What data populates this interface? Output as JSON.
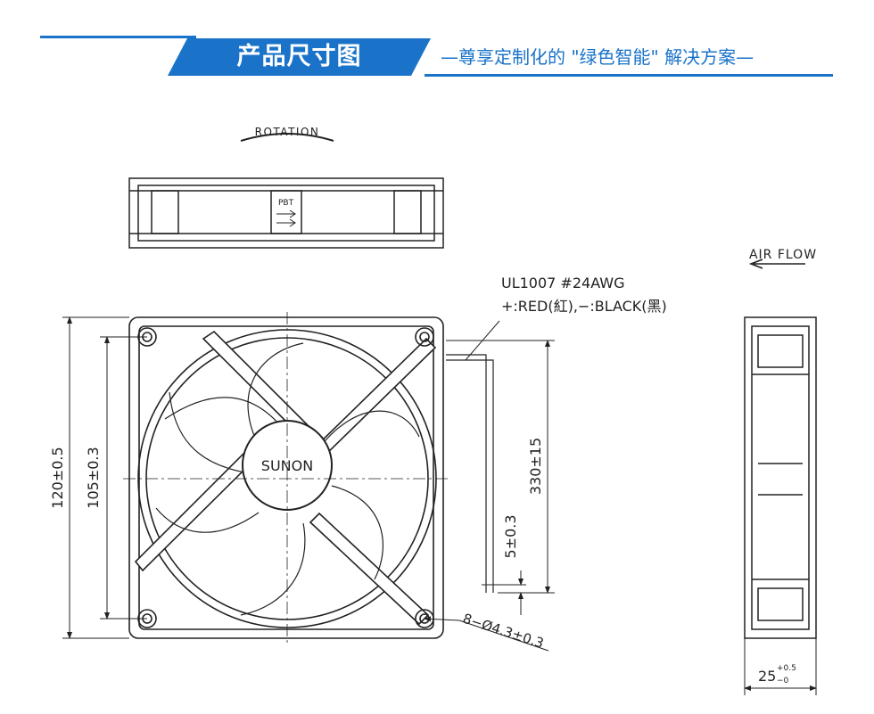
{
  "header": {
    "title": "产品尺寸图",
    "subtitle": "—尊享定制化的 \"绿色智能\" 解决方案—",
    "accent_color": "#1a73c9"
  },
  "drawing": {
    "rotation_label": "ROTATION",
    "pbt_label": "PBT",
    "airflow_label": "AIR FLOW",
    "brand_label": "SUNON",
    "cable_spec": "UL1007  #24AWG",
    "cable_colors": "+:RED(紅),−:BLACK(黑)",
    "dim_outer": "120±0.5",
    "dim_hole_spacing": "105±0.3",
    "dim_cable_length": "330±15",
    "dim_strip_length": "5±0.3",
    "dim_holes": "8−Ø4.3±0.3",
    "dim_depth": "25",
    "dim_depth_tol_upper": "+0.5",
    "dim_depth_tol_lower": "−0"
  }
}
